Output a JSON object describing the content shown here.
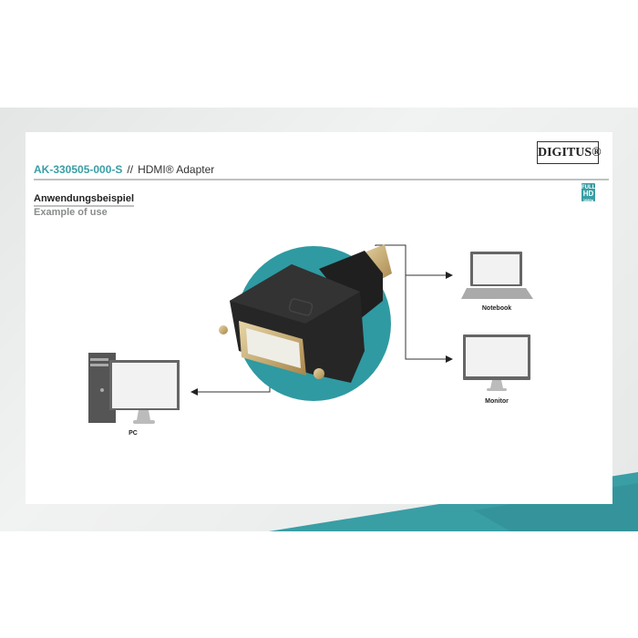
{
  "header": {
    "product_code": "AK-330505-000-S",
    "separator": "//",
    "product_name": "HDMI® Adapter",
    "logo": "DIGITUS®",
    "badge": {
      "line1": "FULL",
      "line2": "HD",
      "line3": "1080p"
    }
  },
  "section": {
    "title_de": "Anwendungsbeispiel",
    "title_en": "Example of use"
  },
  "devices": {
    "notebook": "Notebook",
    "monitor": "Monitor",
    "pc": "PC"
  },
  "colors": {
    "accent": "#3a9ea5",
    "background": "#e8eaea",
    "text": "#222222"
  }
}
